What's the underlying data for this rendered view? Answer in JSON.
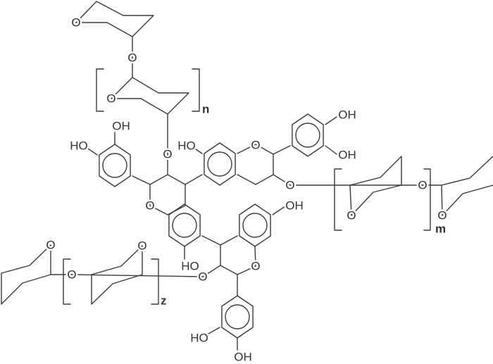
{
  "labels": {
    "oxygen": "O",
    "hydroxyl": "OH",
    "hydroxyl_left": "HO",
    "repeat_n": "n",
    "repeat_m": "m",
    "repeat_z": "z"
  },
  "colors": {
    "ink": "#333333",
    "background": "#ffffff"
  }
}
